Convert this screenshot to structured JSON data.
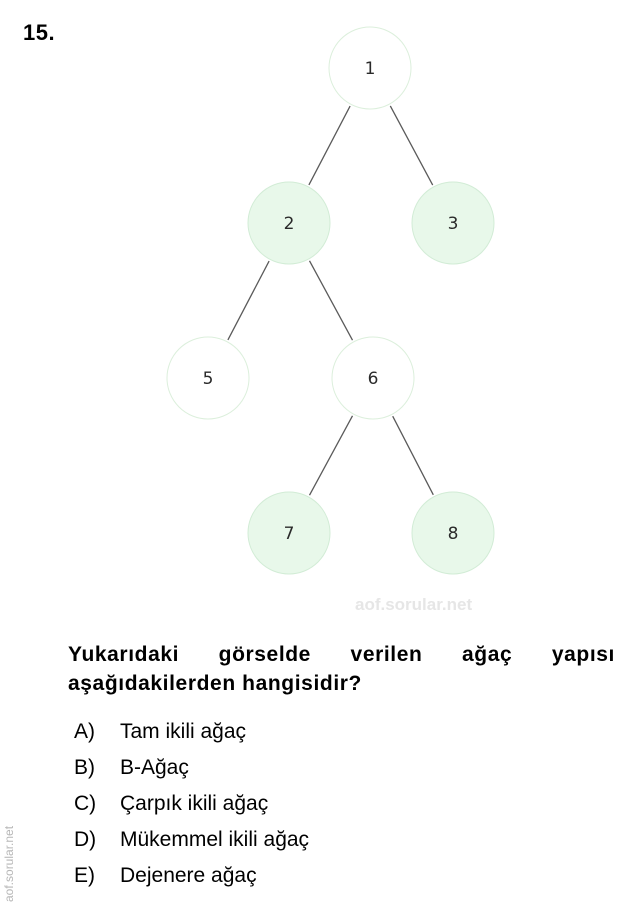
{
  "question": {
    "number": "15.",
    "text": "Yukarıdaki görselde verilen ağaç yapısı aşağıdakilerden hangisidir?"
  },
  "diagram": {
    "type": "binary-tree",
    "nodes": [
      {
        "id": "1",
        "label": "1",
        "style": "light"
      },
      {
        "id": "2",
        "label": "2",
        "style": "green"
      },
      {
        "id": "3",
        "label": "3",
        "style": "green"
      },
      {
        "id": "5",
        "label": "5",
        "style": "light"
      },
      {
        "id": "6",
        "label": "6",
        "style": "light"
      },
      {
        "id": "7",
        "label": "7",
        "style": "green"
      },
      {
        "id": "8",
        "label": "8",
        "style": "green"
      }
    ],
    "edges": [
      {
        "from": "1",
        "to": "2"
      },
      {
        "from": "1",
        "to": "3"
      },
      {
        "from": "2",
        "to": "5"
      },
      {
        "from": "2",
        "to": "6"
      },
      {
        "from": "6",
        "to": "7"
      },
      {
        "from": "6",
        "to": "8"
      }
    ],
    "colors": {
      "light_fill": "#ffffff",
      "green_fill": "#e8f8ea",
      "edge": "#5a5a5a"
    }
  },
  "options": [
    {
      "letter": "A)",
      "text": "Tam ikili ağaç"
    },
    {
      "letter": "B)",
      "text": "B-Ağaç"
    },
    {
      "letter": "C)",
      "text": "Çarpık ikili ağaç"
    },
    {
      "letter": "D)",
      "text": "Mükemmel ikili ağaç"
    },
    {
      "letter": "E)",
      "text": "Dejenere ağaç"
    }
  ],
  "watermarks": {
    "center": "aof.sorular.net",
    "side": "aof.sorular.net"
  }
}
